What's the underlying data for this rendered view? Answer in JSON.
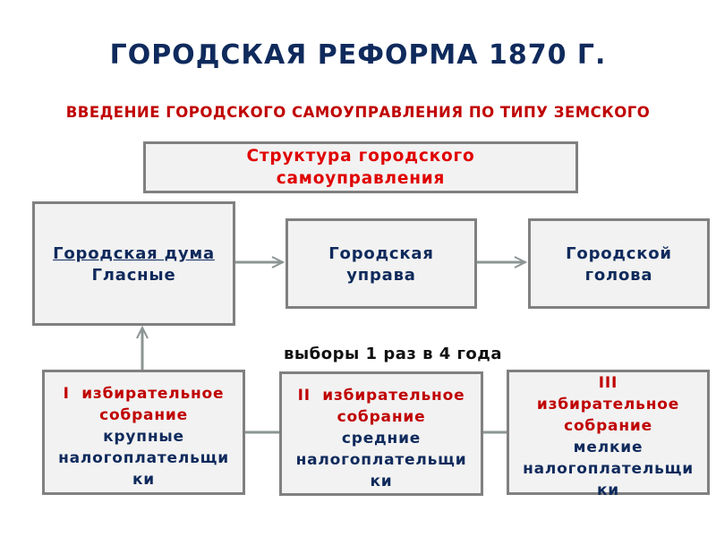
{
  "title": "ГОРОДСКАЯ РЕФОРМА 1870 Г.",
  "subtitle": "ВВЕДЕНИЕ ГОРОДСКОГО САМОУПРАВЛЕНИЯ ПО ТИПУ ЗЕМСКОГО",
  "structure": {
    "line1": "Структура городского",
    "line2": "самоуправления"
  },
  "duma": {
    "name": "Городская дума",
    "members": "Гласные"
  },
  "uprava": {
    "line1": "Городская",
    "line2": "управа"
  },
  "golova": {
    "line1": "Городской",
    "line2": "голова"
  },
  "elections_note": "выборы 1 раз в 4 года",
  "assemblies": [
    {
      "num": "I",
      "l1": "избирательное",
      "l2": "собрание",
      "type": "крупные",
      "t1": "налогоплательщи",
      "t2": "ки"
    },
    {
      "num": "II",
      "l1": "избирательное",
      "l2": "собрание",
      "type": "средние",
      "t1": "налогоплательщи",
      "t2": "ки"
    },
    {
      "num": "III",
      "l1": "избирательное",
      "l2": "собрание",
      "type": "мелкие",
      "t1": "налогоплательщи",
      "t2": "ки"
    }
  ]
}
